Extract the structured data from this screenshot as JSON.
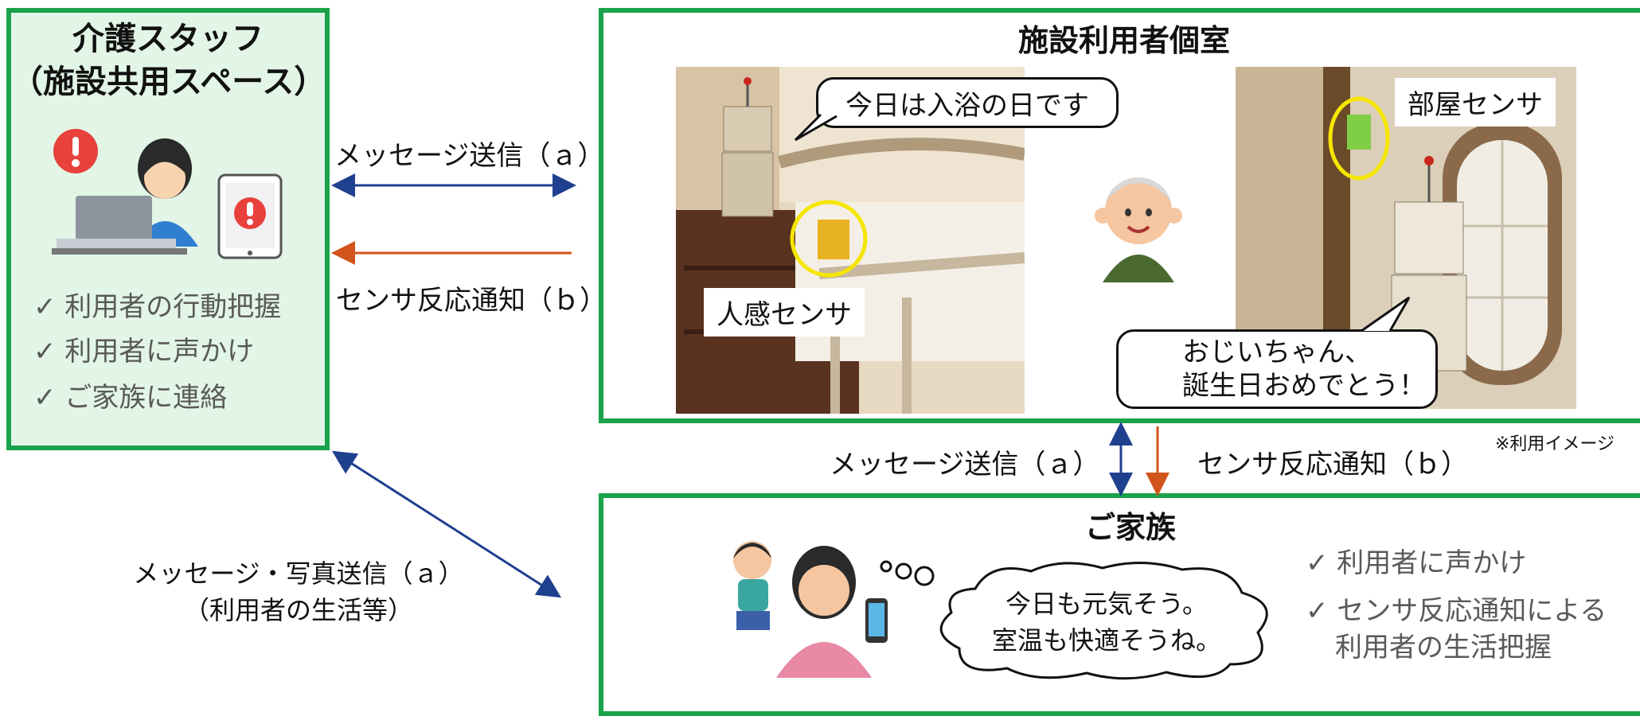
{
  "staff": {
    "title_line1": "介護スタッフ",
    "title_line2": "（施設共用スペース）",
    "items": [
      "✓ 利用者の行動把握",
      "✓ 利用者に声かけ",
      "✓ ご家族に連絡"
    ]
  },
  "room": {
    "title": "施設利用者個室",
    "bubble_bath": "今日は入浴の日です",
    "label_human_sensor": "人感センサ",
    "label_room_sensor": "部屋センサ",
    "bubble_birthday_line1": "おじいちゃん、",
    "bubble_birthday_line2": "誕生日おめでとう！",
    "note": "※利用イメージ"
  },
  "family": {
    "title": "ご家族",
    "thought_line1": "今日も元気そう。",
    "thought_line2": "室温も快適そうね。",
    "items_line1": "✓ 利用者に声かけ",
    "items_line2": "✓ センサ反応通知による",
    "items_line3": "利用者の生活把握"
  },
  "arrows": {
    "staff_room_msg": "メッセージ送信（ａ）",
    "staff_room_sensor": "センサ反応通知（ｂ）",
    "room_family_msg": "メッセージ送信（ａ）",
    "room_family_sensor": "センサ反応通知（ｂ）",
    "staff_family_line1": "メッセージ・写真送信（ａ）",
    "staff_family_line2": "（利用者の生活等）"
  },
  "colors": {
    "box_border": "#1aa34a",
    "staff_fill": "#e2f5e6",
    "arrow_message": "#1f3f8f",
    "arrow_sensor": "#d0541c",
    "highlight_circle": "#f5e600",
    "check_text": "#595959"
  }
}
